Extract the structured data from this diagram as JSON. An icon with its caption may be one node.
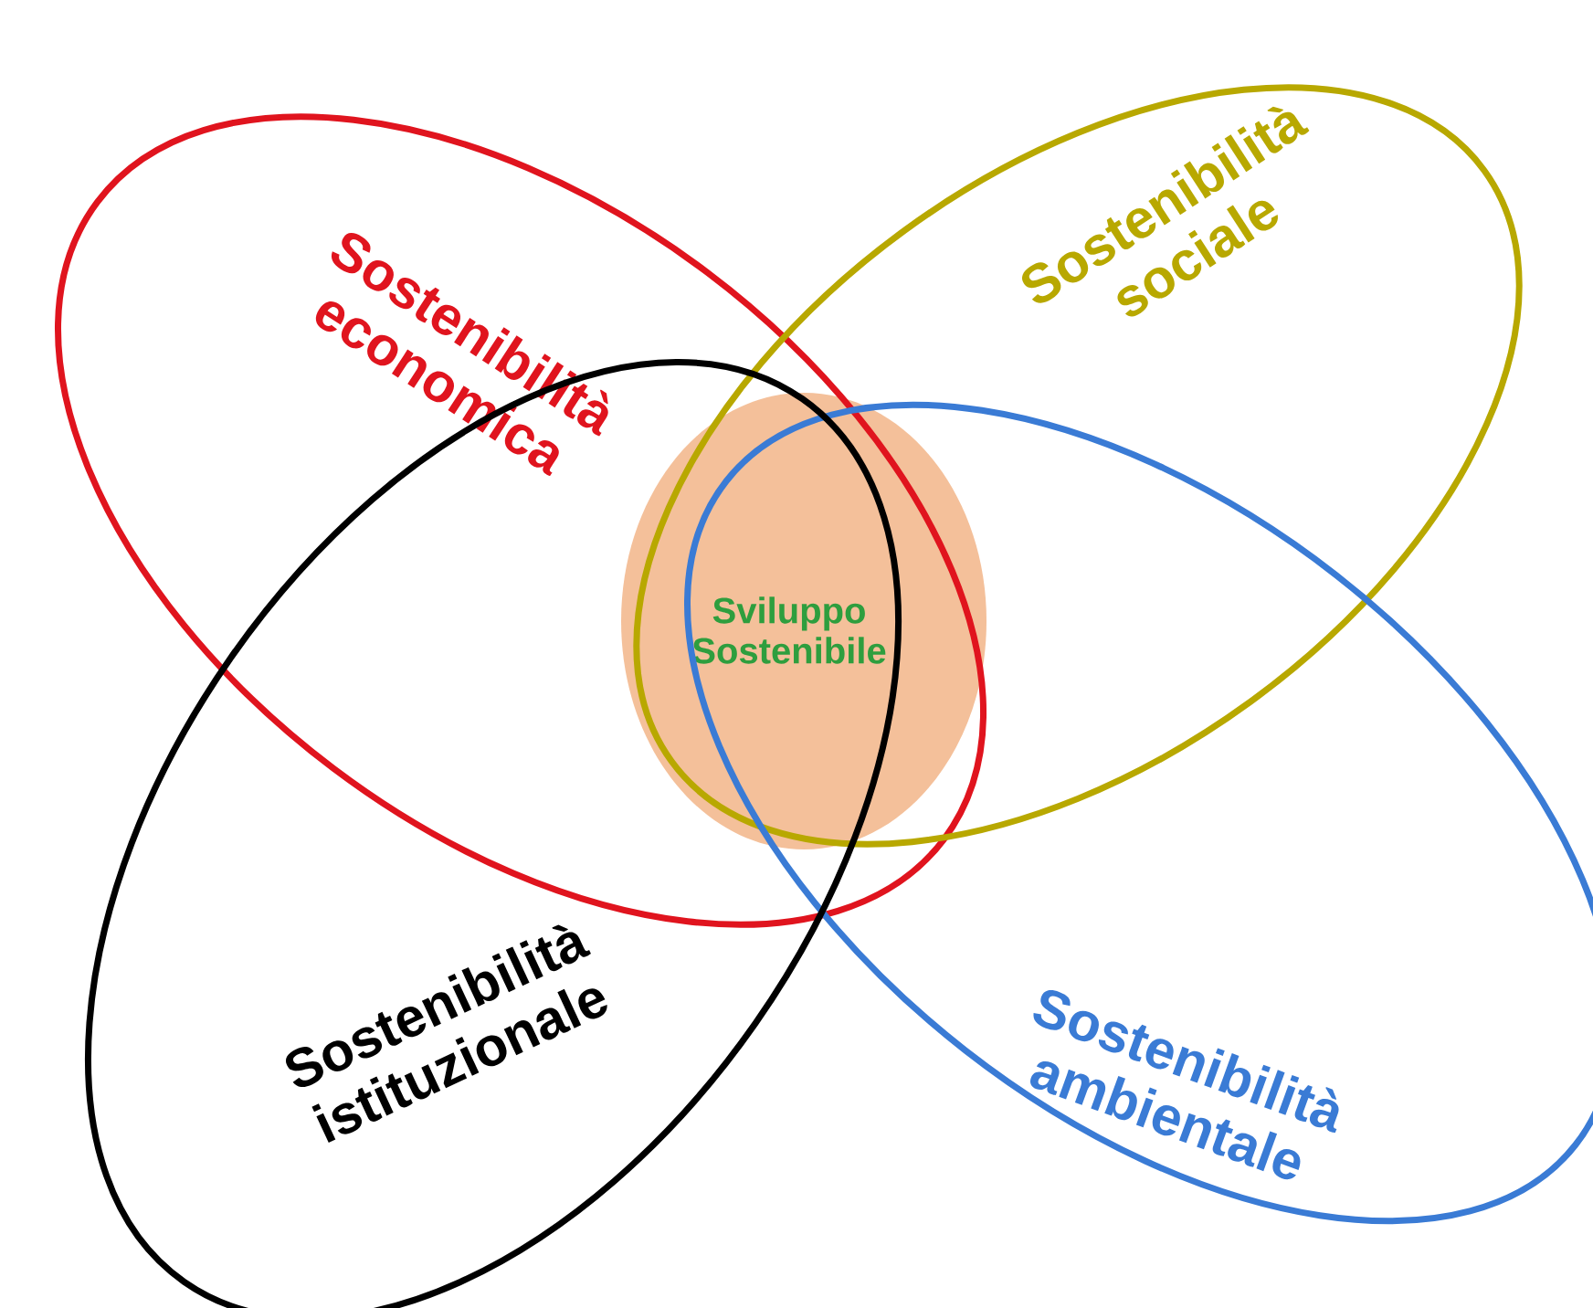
{
  "diagram": {
    "nodes": [
      {
        "text": [
          "Sostenibilità economica"
        ]
      },
      {
        "text": [
          "Sostenibilità sociale"
        ]
      },
      {
        "text": [
          "Sostenibilità ambientale"
        ]
      },
      {
        "text": [
          "Sostenibilità istituzionale"
        ]
      },
      {
        "text": [
          "Sviluppo Sostenibile"
        ]
      }
    ]
  }
}
